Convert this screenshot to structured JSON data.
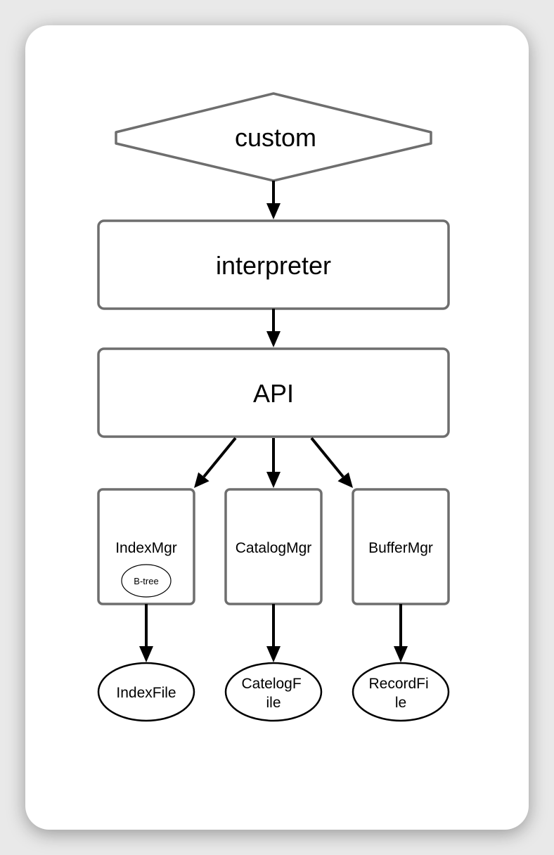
{
  "diagram": {
    "custom": "custom",
    "interpreter": "interpreter",
    "api": "API",
    "index_mgr": "IndexMgr",
    "btree": "B-tree",
    "catalog_mgr": "CatalogMgr",
    "buffer_mgr": "BufferMgr",
    "index_file": "IndexFile",
    "catelog_file_line1": "CatelogF",
    "catelog_file_line2": "ile",
    "record_file_line1": "RecordFi",
    "record_file_line2": "le"
  }
}
